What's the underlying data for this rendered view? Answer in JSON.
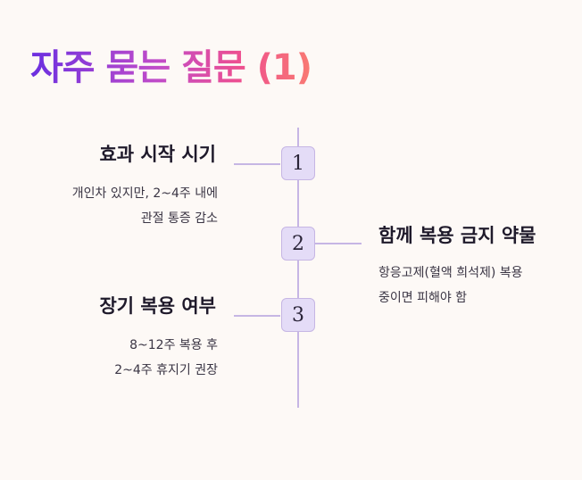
{
  "title": "자주 묻는 질문 (1)",
  "colors": {
    "background": "#fdf9f6",
    "title_gradient": [
      "#6b2fe0",
      "#c04cc9",
      "#ee4f8f",
      "#f97a72"
    ],
    "node_fill": "#e4dcf7",
    "line": "#c6b6e4",
    "heading": "#1f1a2b",
    "text": "#3a3544"
  },
  "items": [
    {
      "number": "1",
      "side": "left",
      "heading": "효과 시작 시기",
      "lines": [
        "개인차 있지만, 2~4주 내에",
        "관절 통증 감소"
      ]
    },
    {
      "number": "2",
      "side": "right",
      "heading": "함께 복용 금지 약물",
      "lines": [
        "항응고제(혈액 희석제) 복용",
        "중이면 피해야 함"
      ]
    },
    {
      "number": "3",
      "side": "left",
      "heading": "장기 복용 여부",
      "lines": [
        "8~12주 복용 후",
        "2~4주 휴지기 권장"
      ]
    }
  ]
}
